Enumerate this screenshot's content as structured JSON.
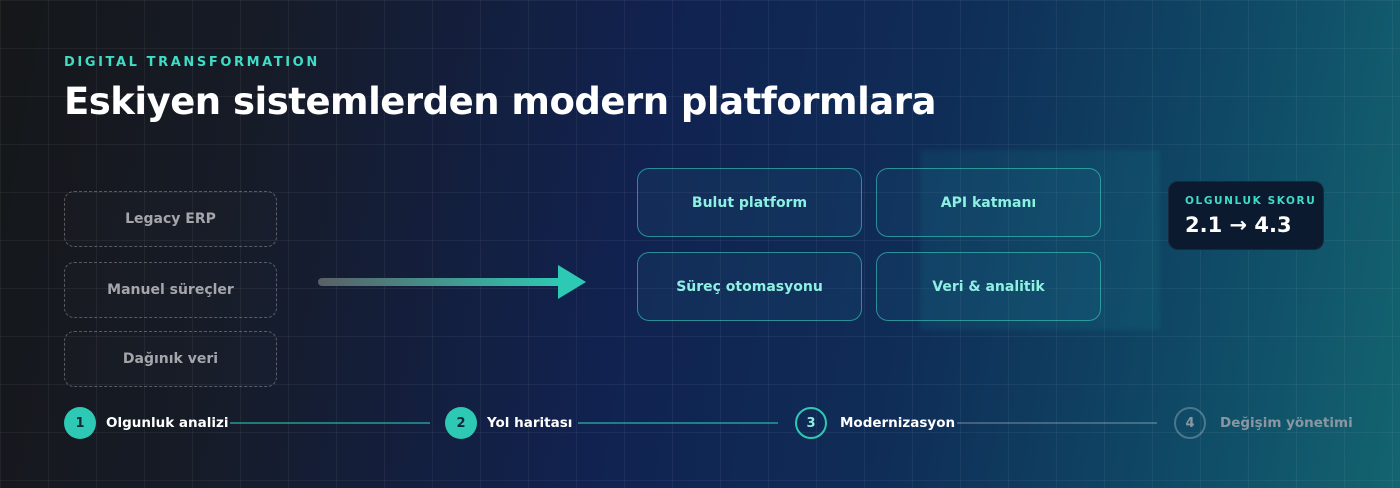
{
  "header": {
    "eyebrow": "DIGITAL TRANSFORMATION",
    "title": "Eskiyen sistemlerden modern platformlara"
  },
  "legacy_systems": [
    "Legacy ERP",
    "Manuel süreçler",
    "Dağınık veri"
  ],
  "modern_platforms": [
    "Bulut platform",
    "API katmanı",
    "Süreç otomasyonu",
    "Veri & analitik"
  ],
  "score": {
    "label": "OLGUNLUK SKORU",
    "value": "2.1 → 4.3"
  },
  "steps": [
    {
      "number": "1",
      "label": "Olgunluk analizi",
      "state": "complete"
    },
    {
      "number": "2",
      "label": "Yol haritası",
      "state": "complete"
    },
    {
      "number": "3",
      "label": "Modernizasyon",
      "state": "active"
    },
    {
      "number": "4",
      "label": "Değişim yönetimi",
      "state": "pending"
    }
  ],
  "colors": {
    "accent": "#3fdcc6",
    "step_fill": "#2ec9b4",
    "muted": "#8a97a3"
  }
}
